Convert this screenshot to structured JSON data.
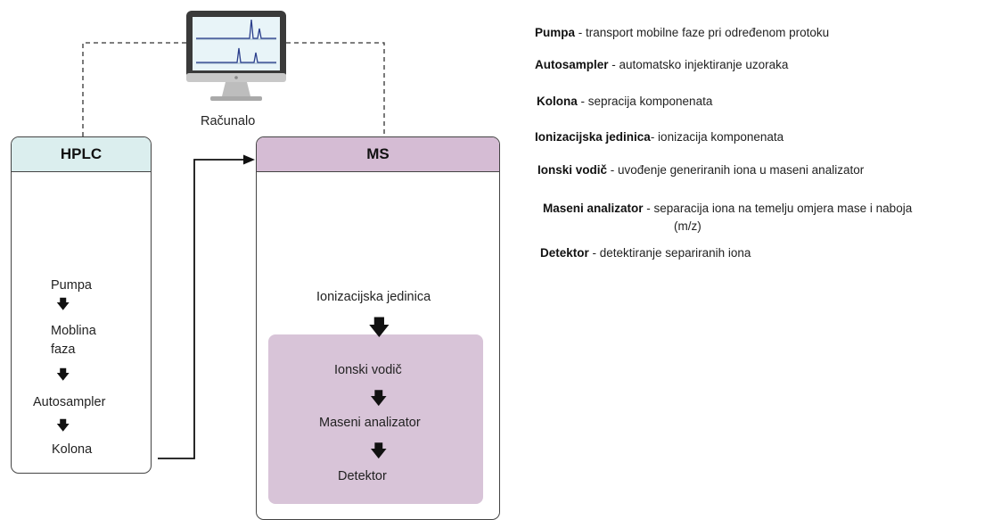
{
  "computer": {
    "label": "Računalo"
  },
  "hplc": {
    "title": "HPLC",
    "steps": [
      "Pumpa",
      "Moblina\nfaza",
      "Autosampler",
      "Kolona"
    ],
    "arrow_glyph": "🡇"
  },
  "ms": {
    "title": "MS",
    "ionization_label": "Ionizacijska jedinica",
    "inner_steps": [
      "Ionski vodič",
      "Maseni analizator",
      "Detektor"
    ],
    "arrow_glyph": "🡇"
  },
  "legend": [
    {
      "term": "Pumpa",
      "desc": " - transport mobilne faze pri određenom protoku"
    },
    {
      "term": "Autosampler",
      "desc": " - automatsko injektiranje uzoraka"
    },
    {
      "term": "Kolona",
      "desc": " - sepracija komponenata"
    },
    {
      "term": "Ionizacijska jedinica",
      "desc": "- ionizacija komponenata"
    },
    {
      "term": "Ionski vodič",
      "desc": "  - uvođenje generiranih iona u maseni analizator"
    },
    {
      "term": "Maseni analizator",
      "desc": " - separacija iona na temelju omjera mase i naboja"
    },
    {
      "term": "",
      "desc": "(m/z)"
    },
    {
      "term": "Detektor",
      "desc": " - detektiranje separiranih iona"
    }
  ],
  "colors": {
    "hplc_header": "#dbeeee",
    "ms_header": "#d5bcd4",
    "ms_inner": "#d8c4d8",
    "monitor_screen": "#e8f4f8",
    "monitor_frame": "#3a3a3a",
    "peak_color": "#2a3e8c"
  },
  "icons": [
    "computer-monitor-icon",
    "hplc-instrument-icon",
    "mass-spectrometer-icon"
  ]
}
